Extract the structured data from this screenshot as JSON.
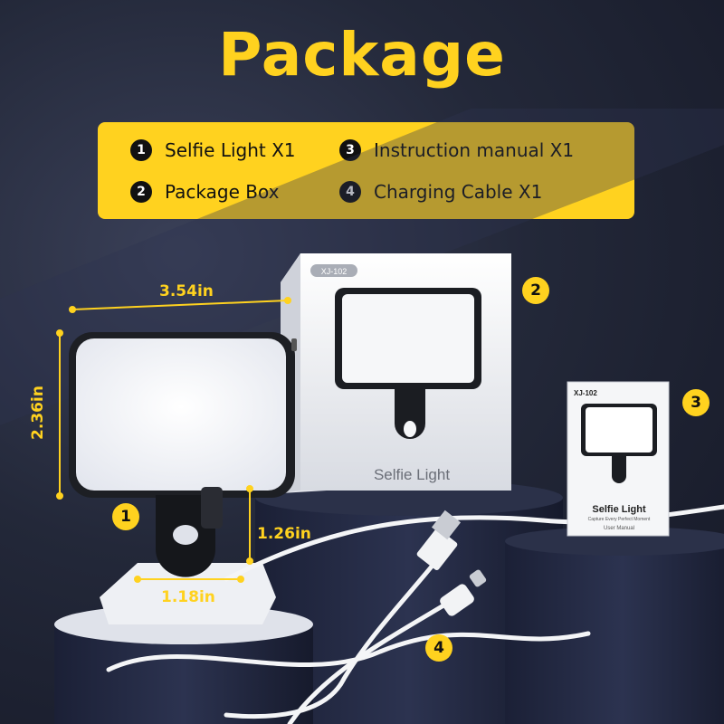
{
  "title": "Package",
  "items": [
    {
      "num": "1",
      "label": "Selfie Light X1"
    },
    {
      "num": "2",
      "label": "Package Box"
    },
    {
      "num": "3",
      "label": "Instruction manual X1"
    },
    {
      "num": "4",
      "label": "Charging Cable X1"
    }
  ],
  "dimensions": {
    "width": "3.54in",
    "height": "2.36in",
    "clip_height": "1.26in",
    "clip_width": "1.18in"
  },
  "box": {
    "model": "XJ-102",
    "name": "Selfie Light"
  },
  "manual": {
    "model": "XJ-102",
    "name": "Selfie Light",
    "tagline": "Capture Every Perfect Moment",
    "doc": "User Manual"
  },
  "callouts": {
    "light": "1",
    "box": "2",
    "manual": "3",
    "cable": "4"
  },
  "colors": {
    "accent": "#ffd21f",
    "background": "#1e2233"
  }
}
